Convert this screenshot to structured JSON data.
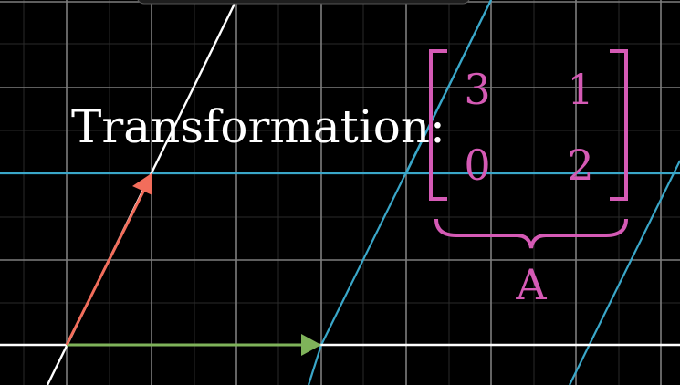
{
  "scene": {
    "caption": "Transformation:",
    "matrix": {
      "rows": [
        [
          "3",
          "1"
        ],
        [
          "0",
          "2"
        ]
      ],
      "name": "A"
    }
  },
  "colors": {
    "background": "#000000",
    "fine_grid": "#2a2a2a",
    "main_grid": "#7d7d7d",
    "transformed_grid": "#3aa7c9",
    "axis": "#ffffff",
    "i_hat": "#7fb35a",
    "j_hat": "#f26d5b",
    "matrix": "#d55ab5",
    "text": "#ffffff"
  }
}
